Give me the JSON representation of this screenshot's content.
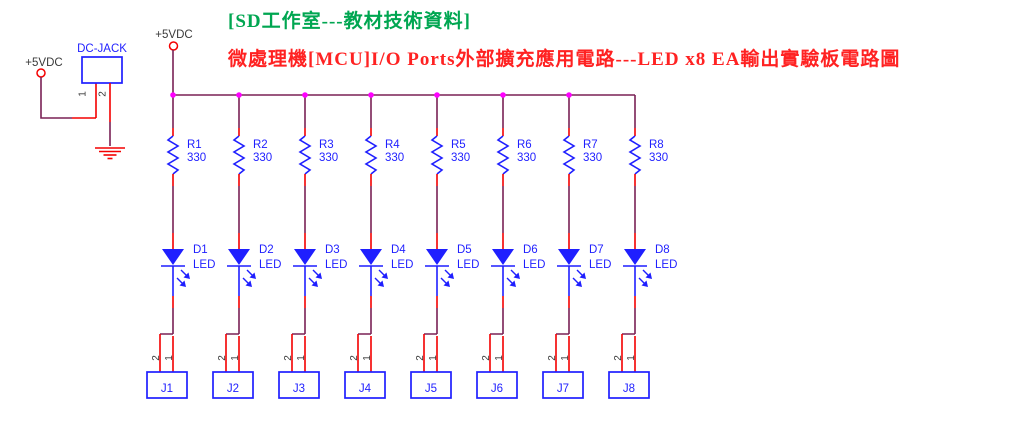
{
  "title": {
    "line1": "[SD工作室---教材技術資料]",
    "line2": "微處理機[MCU]I/O Ports外部擴充應用電路---LED x8 EA輸出實驗板電路圖"
  },
  "power_rails": {
    "left_label": "+5VDC",
    "bus_label": "+5VDC"
  },
  "dc_jack": {
    "label": "DC-JACK",
    "pin_numbers": [
      "1",
      "2"
    ]
  },
  "columns": [
    {
      "resistor_ref": "R1",
      "resistor_value": "330",
      "led_ref": "D1",
      "led_value": "LED",
      "connector_ref": "J1",
      "connector_pins": [
        "2",
        "1"
      ]
    },
    {
      "resistor_ref": "R2",
      "resistor_value": "330",
      "led_ref": "D2",
      "led_value": "LED",
      "connector_ref": "J2",
      "connector_pins": [
        "2",
        "1"
      ]
    },
    {
      "resistor_ref": "R3",
      "resistor_value": "330",
      "led_ref": "D3",
      "led_value": "LED",
      "connector_ref": "J3",
      "connector_pins": [
        "2",
        "1"
      ]
    },
    {
      "resistor_ref": "R4",
      "resistor_value": "330",
      "led_ref": "D4",
      "led_value": "LED",
      "connector_ref": "J4",
      "connector_pins": [
        "2",
        "1"
      ]
    },
    {
      "resistor_ref": "R5",
      "resistor_value": "330",
      "led_ref": "D5",
      "led_value": "LED",
      "connector_ref": "J5",
      "connector_pins": [
        "2",
        "1"
      ]
    },
    {
      "resistor_ref": "R6",
      "resistor_value": "330",
      "led_ref": "D6",
      "led_value": "LED",
      "connector_ref": "J6",
      "connector_pins": [
        "2",
        "1"
      ]
    },
    {
      "resistor_ref": "R7",
      "resistor_value": "330",
      "led_ref": "D7",
      "led_value": "LED",
      "connector_ref": "J7",
      "connector_pins": [
        "2",
        "1"
      ]
    },
    {
      "resistor_ref": "R8",
      "resistor_value": "330",
      "led_ref": "D8",
      "led_value": "LED",
      "connector_ref": "J8",
      "connector_pins": [
        "2",
        "1"
      ]
    }
  ],
  "colors": {
    "wire": "#7A2155",
    "stub": "#F40000",
    "component": "#1F1FFF",
    "junction": "#FF00FF",
    "text_dark": "#3A3A3A",
    "title_green": "#00A651",
    "title_red": "#FF2222"
  }
}
